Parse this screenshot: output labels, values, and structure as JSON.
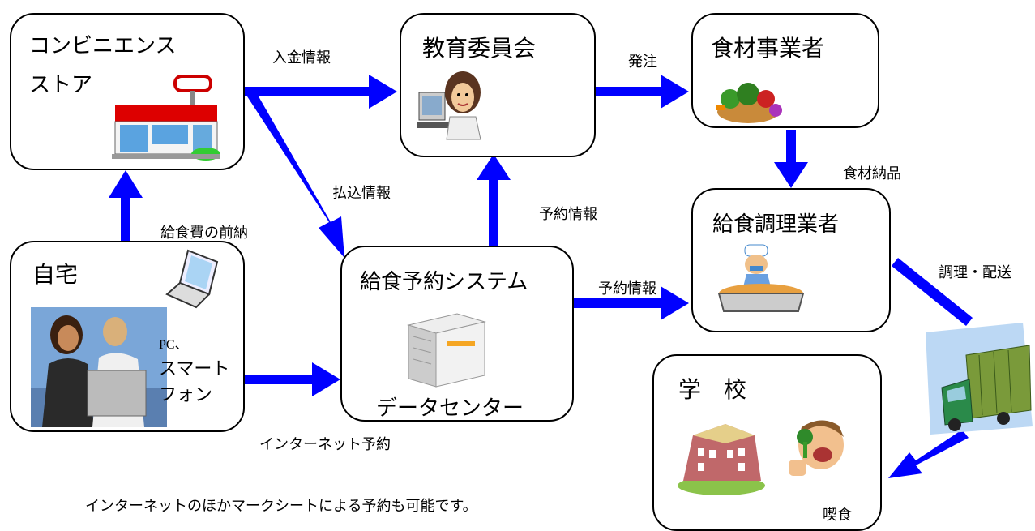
{
  "nodes": {
    "convenience_store": {
      "title_line1": "コンビニエンス",
      "title_line2": "ストア",
      "icon": "store-icon"
    },
    "board_of_education": {
      "title": "教育委員会",
      "icon": "office-worker-icon"
    },
    "food_supplier": {
      "title": "食材事業者",
      "icon": "vegetables-icon"
    },
    "home": {
      "title": "自宅",
      "device_line1": "PC、",
      "device_line2": "スマート",
      "device_line3": "フォン",
      "icon": "laptop-icon"
    },
    "reservation_system": {
      "title": "給食予約システム",
      "subtitle": "データセンター",
      "icon": "server-icon"
    },
    "caterer": {
      "title": "給食調理業者",
      "icon": "cooking-icon"
    },
    "school": {
      "title": "学　校",
      "caption": "喫食",
      "icon": "school-building-icon"
    }
  },
  "labels": {
    "payment_info": "入金情報",
    "order": "発注",
    "deposit_info": "払込情報",
    "reservation_info_up": "予約情報",
    "reservation_info_right": "予約情報",
    "food_delivery": "食材納品",
    "prepayment": "給食費の前納",
    "cooking_delivery": "調理・配送",
    "internet_reservation": "インターネット予約"
  },
  "note": "インターネットのほかマークシートによる予約も可能です。",
  "colors": {
    "arrow": "#0000ff",
    "border": "#000000"
  }
}
